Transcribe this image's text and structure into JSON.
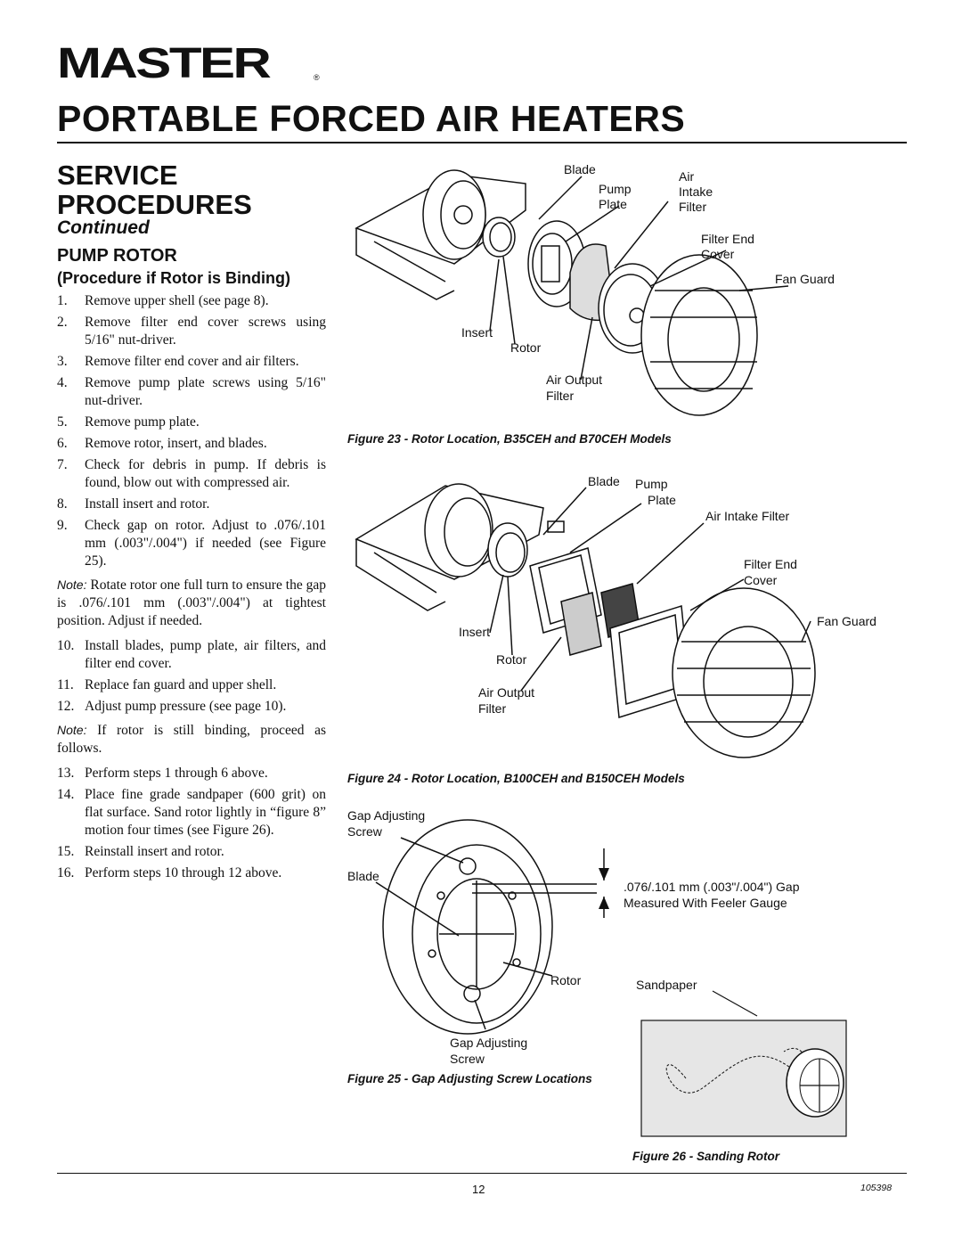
{
  "brand": "MASTER",
  "title": "PORTABLE FORCED AIR HEATERS",
  "section": {
    "title_line1": "SERVICE",
    "title_line2": "PROCEDURES",
    "continued": "Continued",
    "heading": "PUMP ROTOR",
    "subheading": "(Procedure if Rotor is Binding)"
  },
  "steps_a": [
    {
      "n": "1.",
      "t": "Remove upper shell (see page 8)."
    },
    {
      "n": "2.",
      "t": "Remove filter end cover screws using 5/16\" nut-driver."
    },
    {
      "n": "3.",
      "t": "Remove filter end cover and air filters."
    },
    {
      "n": "4.",
      "t": "Remove pump plate screws using 5/16\" nut-driver."
    },
    {
      "n": "5.",
      "t": "Remove pump plate."
    },
    {
      "n": "6.",
      "t": "Remove rotor, insert, and blades."
    },
    {
      "n": "7.",
      "t": "Check for debris in pump. If debris is found, blow out with compressed air."
    },
    {
      "n": "8.",
      "t": "Install insert and rotor."
    },
    {
      "n": "9.",
      "t": "Check gap on rotor. Adjust to .076/.101 mm (.003\"/.004\") if needed (see Figure 25)."
    }
  ],
  "note1_label": "Note:",
  "note1_text": " Rotate rotor one full turn to ensure the gap is .076/.101 mm (.003\"/.004\") at tightest position. Adjust if needed.",
  "steps_b": [
    {
      "n": "10.",
      "t": "Install blades, pump plate, air filters, and filter end cover."
    },
    {
      "n": "11.",
      "t": "Replace fan guard and upper shell."
    },
    {
      "n": "12.",
      "t": "Adjust pump pressure (see page 10)."
    }
  ],
  "note2_label": "Note:",
  "note2_text": " If rotor is still binding, proceed as follows.",
  "steps_c": [
    {
      "n": "13.",
      "t": "Perform steps 1 through 6 above."
    },
    {
      "n": "14.",
      "t": "Place fine grade sandpaper (600 grit) on flat surface. Sand rotor lightly in “figure 8” motion four times (see Figure 26)."
    },
    {
      "n": "15.",
      "t": "Reinstall insert and rotor."
    },
    {
      "n": "16.",
      "t": "Perform steps 10 through 12 above."
    }
  ],
  "fig23": {
    "labels": {
      "blade": "Blade",
      "pump": "Pump",
      "plate": "Plate",
      "air": "Air",
      "intake": "Intake",
      "filter": "Filter",
      "filter_end": "Filter End",
      "cover": "Cover",
      "fan_guard": "Fan Guard",
      "insert": "Insert",
      "rotor": "Rotor",
      "air_output": "Air Output",
      "filter2": "Filter"
    },
    "caption": "Figure 23 - Rotor Location, B35CEH and B70CEH  Models"
  },
  "fig24": {
    "labels": {
      "blade": "Blade",
      "pump": "Pump",
      "plate": "Plate",
      "air_intake_filter": "Air Intake Filter",
      "filter_end": "Filter End",
      "cover": "Cover",
      "fan_guard": "Fan Guard",
      "insert": "Insert",
      "rotor": "Rotor",
      "air_output": "Air Output",
      "filter2": "Filter"
    },
    "caption": "Figure 24 - Rotor Location, B100CEH and B150CEH  Models"
  },
  "fig25": {
    "labels": {
      "gap_adj1": "Gap Adjusting",
      "screw1": "Screw",
      "blade": "Blade",
      "gap_value": ".076/.101 mm (.003\"/.004\") Gap",
      "measured": "Measured With Feeler Gauge",
      "rotor": "Rotor",
      "gap_adj2": "Gap Adjusting",
      "screw2": "Screw"
    },
    "caption": "Figure 25 - Gap Adjusting Screw Locations"
  },
  "fig26": {
    "labels": {
      "sandpaper": "Sandpaper"
    },
    "caption": "Figure 26 - Sanding Rotor"
  },
  "footer": {
    "page": "12",
    "doc": "105398"
  }
}
